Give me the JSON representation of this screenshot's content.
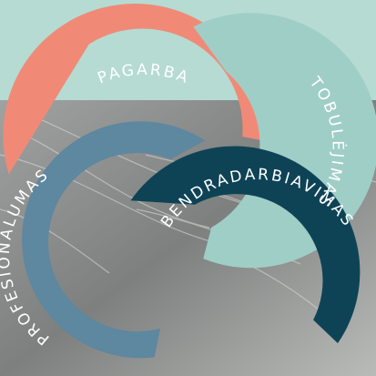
{
  "diagram": {
    "segments": [
      {
        "id": "pagarba",
        "label": "PAGARBA",
        "color": "#f08a77"
      },
      {
        "id": "tobulejimas",
        "label": "TOBULĖJIMAS",
        "color": "#9fcec7"
      },
      {
        "id": "bendradarbiavimas",
        "label": "BENDRADARBIAVIMAS",
        "color": "#0e4356"
      },
      {
        "id": "profesionalumas",
        "label": "PROFESIONALUMAS",
        "color": "#5e87a0"
      }
    ]
  },
  "background": {
    "band_color": "#b5dbd3",
    "photo_color": "#8a8d8b"
  }
}
